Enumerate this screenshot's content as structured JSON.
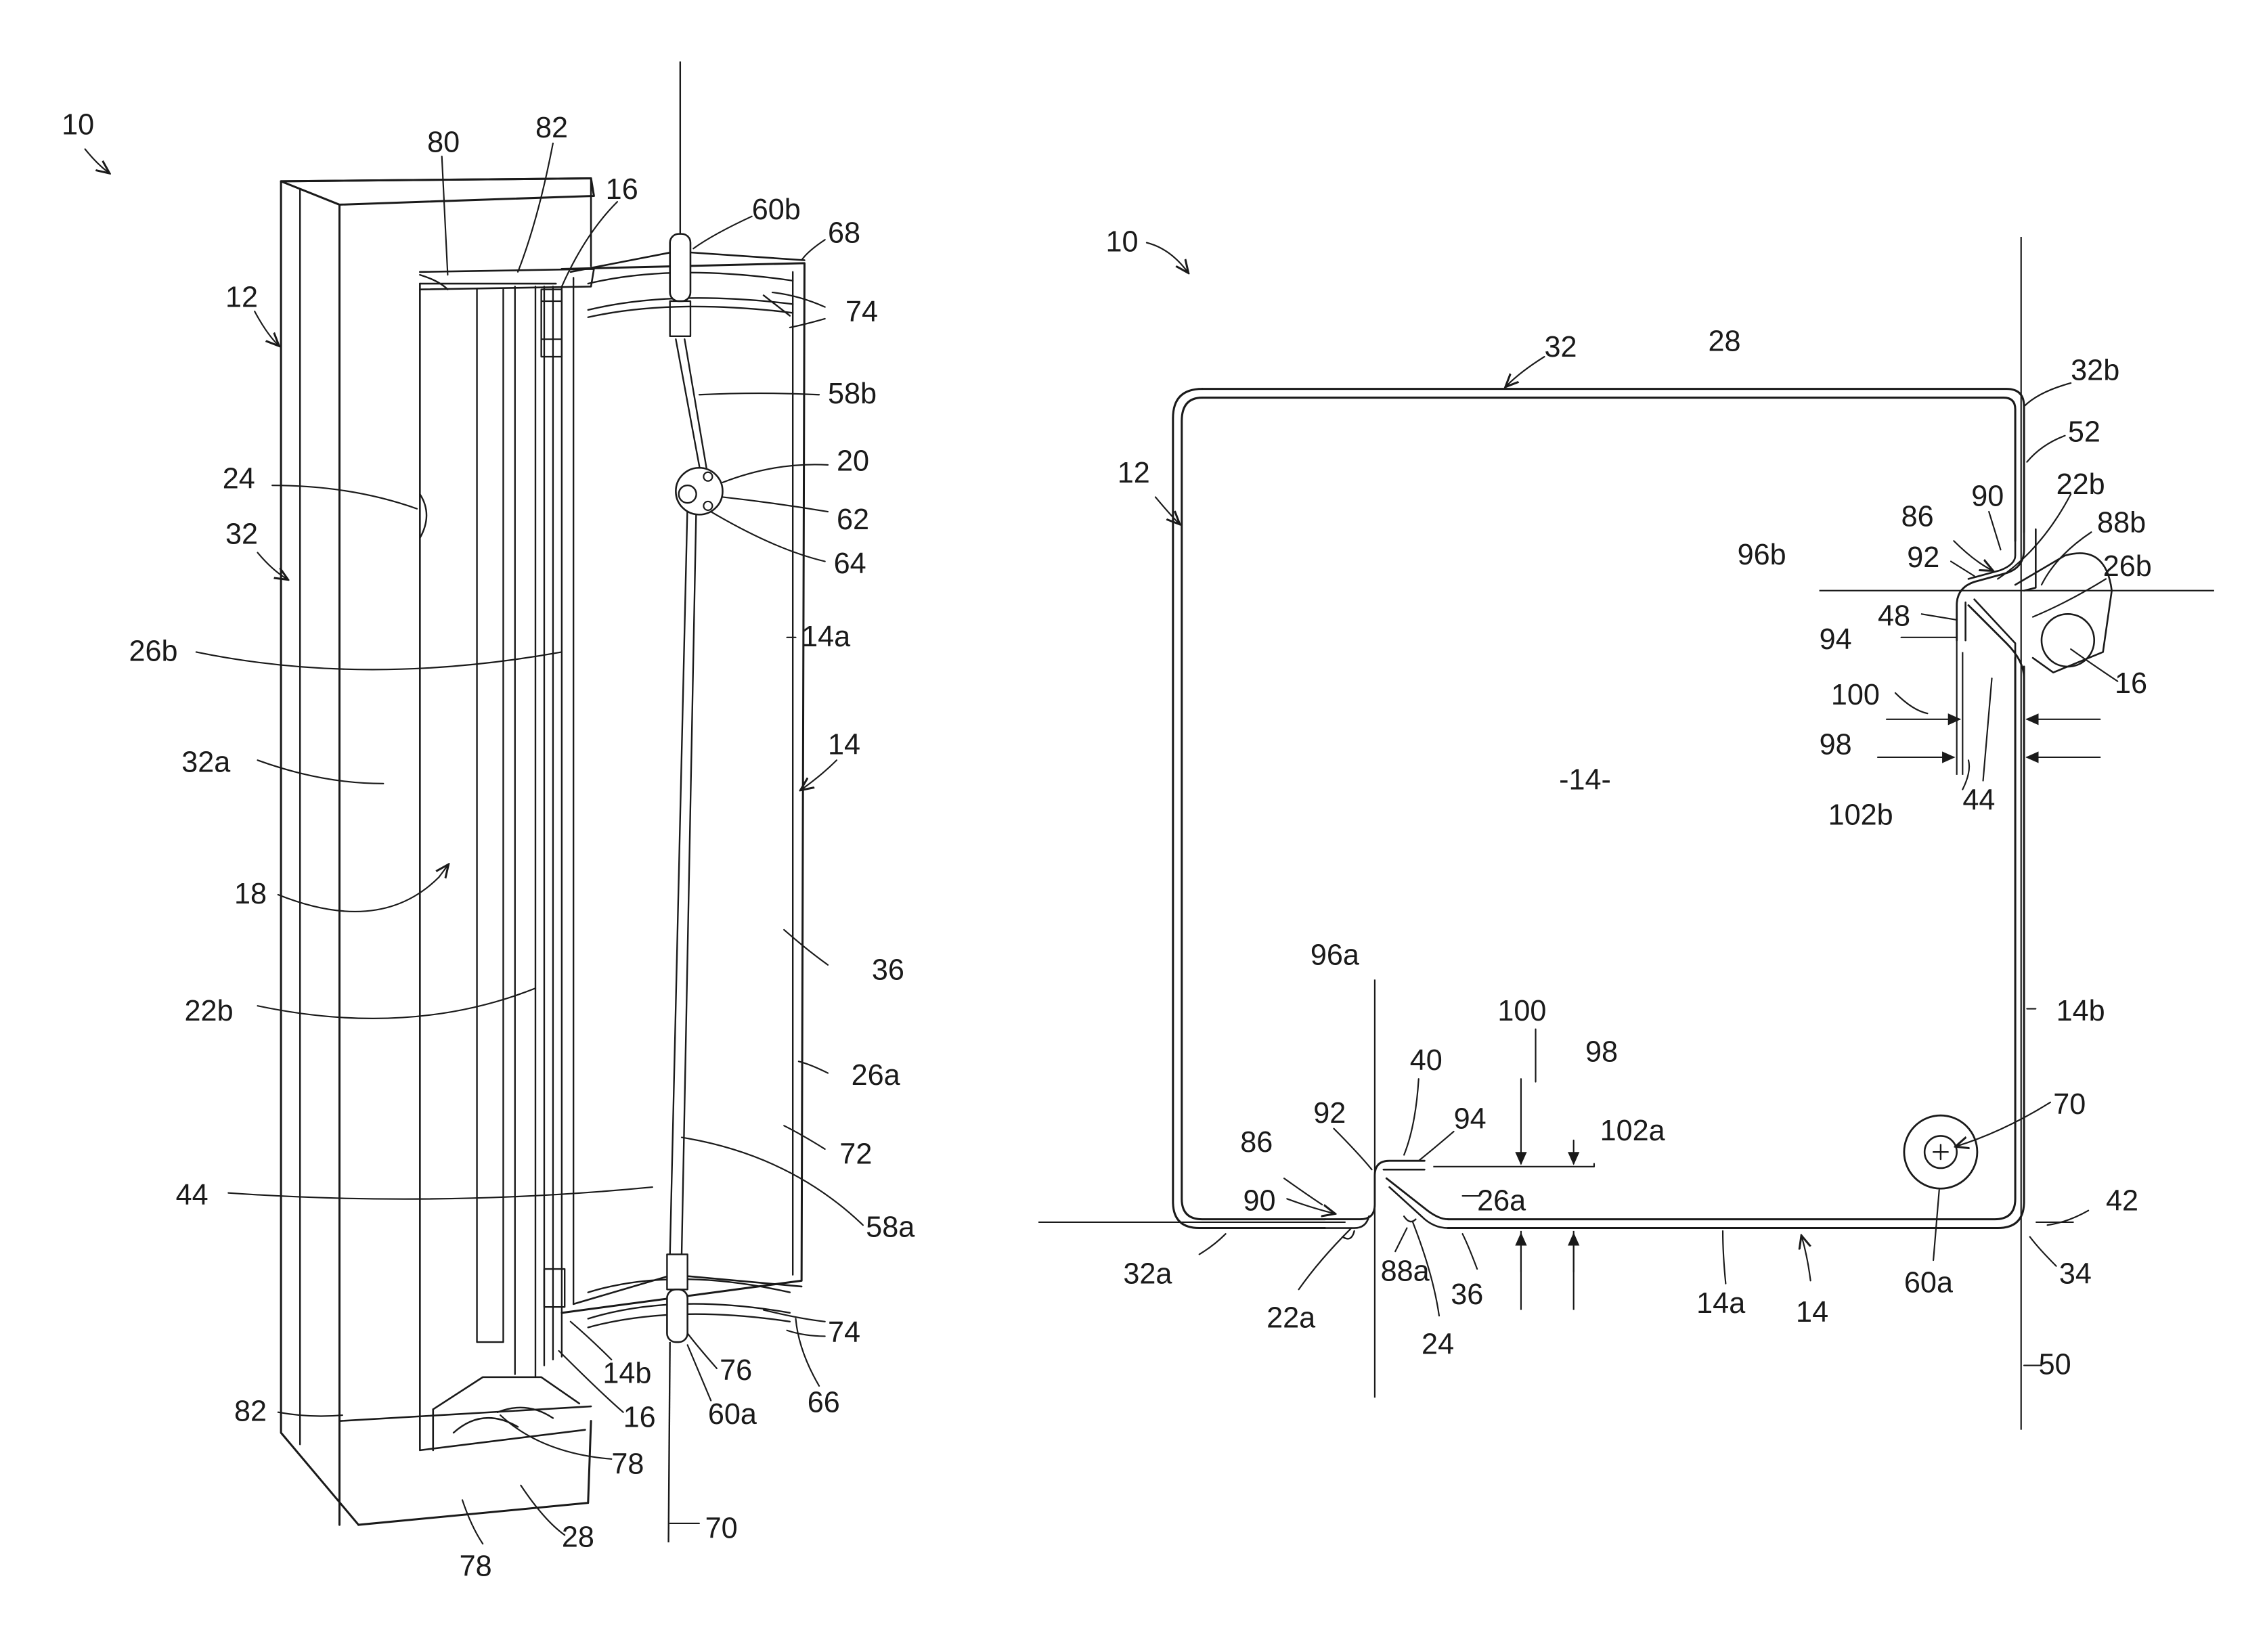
{
  "figures": [
    {
      "name": "perspective-view",
      "labels": {
        "ref_10": "10",
        "ref_80": "80",
        "ref_82_top": "82",
        "ref_16_top": "16",
        "ref_60b": "60b",
        "ref_68": "68",
        "ref_12": "12",
        "ref_74_top": "74",
        "ref_58b": "58b",
        "ref_24": "24",
        "ref_20": "20",
        "ref_32": "32",
        "ref_62": "62",
        "ref_64": "64",
        "ref_14a": "14a",
        "ref_26b": "26b",
        "ref_14": "14",
        "ref_32a": "32a",
        "ref_18": "18",
        "ref_36": "36",
        "ref_22b": "22b",
        "ref_26a": "26a",
        "ref_72": "72",
        "ref_44": "44",
        "ref_58a": "58a",
        "ref_74_bot": "74",
        "ref_14b": "14b",
        "ref_76": "76",
        "ref_16_bot": "16",
        "ref_60a": "60a",
        "ref_66": "66",
        "ref_82_bot": "82",
        "ref_78_mid": "78",
        "ref_70": "70",
        "ref_28": "28",
        "ref_78_bot": "78"
      }
    },
    {
      "name": "top-view",
      "labels": {
        "ref_10": "10",
        "ref_32": "32",
        "ref_28": "28",
        "ref_32b": "32b",
        "ref_52": "52",
        "ref_12": "12",
        "ref_90_r": "90",
        "ref_22b": "22b",
        "ref_86_r": "86",
        "ref_88b": "88b",
        "ref_96b": "96b",
        "ref_92_r": "92",
        "ref_26b": "26b",
        "ref_48": "48",
        "ref_94_r": "94",
        "ref_16": "16",
        "ref_100_r": "100",
        "ref_98_r": "98",
        "ref_14_center": "-14-",
        "ref_102b": "102b",
        "ref_44": "44",
        "ref_96a": "96a",
        "ref_14b": "14b",
        "ref_100_b": "100",
        "ref_98_b": "98",
        "ref_40": "40",
        "ref_92_b": "92",
        "ref_94_b": "94",
        "ref_102a": "102a",
        "ref_70": "70",
        "ref_86_b": "86",
        "ref_90_b": "90",
        "ref_26a": "26a",
        "ref_42": "42",
        "ref_32a": "32a",
        "ref_88a": "88a",
        "ref_36": "36",
        "ref_14a": "14a",
        "ref_14": "14",
        "ref_60a": "60a",
        "ref_34": "34",
        "ref_22a": "22a",
        "ref_24": "24",
        "ref_50": "50"
      }
    }
  ]
}
